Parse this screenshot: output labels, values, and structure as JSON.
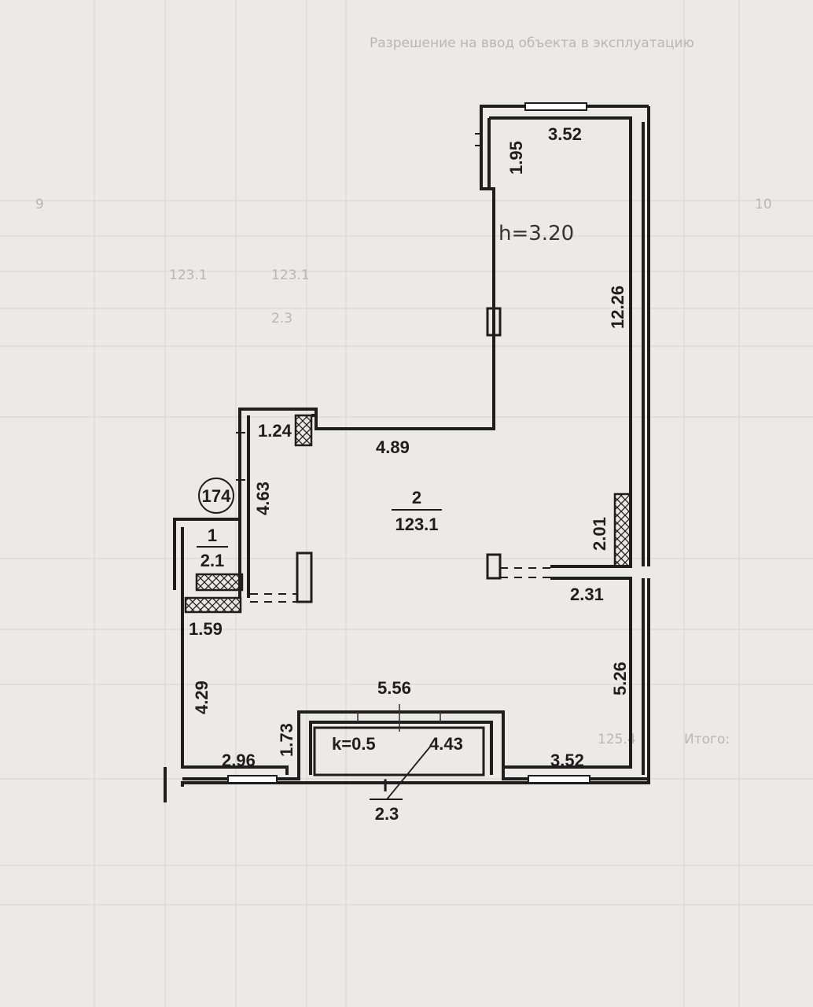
{
  "plan": {
    "ceiling_height": "h=3.20",
    "unit_number": "174",
    "rooms": [
      {
        "id": "room-1",
        "number": "1",
        "area": "2.1"
      },
      {
        "id": "room-2",
        "number": "2",
        "area": "123.1"
      },
      {
        "id": "room-I",
        "number": "I",
        "area": "2.3",
        "coefficient": "k=0.5"
      }
    ],
    "dimensions": {
      "top_short_wall": "1.95",
      "top_window_width": "3.52",
      "right_long_wall": "12.26",
      "entry_niche": "1.24",
      "mid_horizontal": "4.89",
      "left_vertical": "4.63",
      "right_partition": "2.01",
      "right_partition_width": "2.31",
      "left_lower_offset": "1.59",
      "left_lower_wall": "4.29",
      "right_lower_wall": "5.26",
      "balcony_top": "5.56",
      "balcony_side": "1.73",
      "balcony_inner": "4.43",
      "bottom_left": "2.96",
      "bottom_right": "3.52"
    }
  },
  "background_table": {
    "headers": [
      "Разрешение на ввод объекта в эксплуатацию"
    ],
    "row_labels": [
      "Итого:"
    ],
    "numbers": [
      "9",
      "10",
      "123.1",
      "123.1",
      "2.3",
      "125.4"
    ]
  }
}
